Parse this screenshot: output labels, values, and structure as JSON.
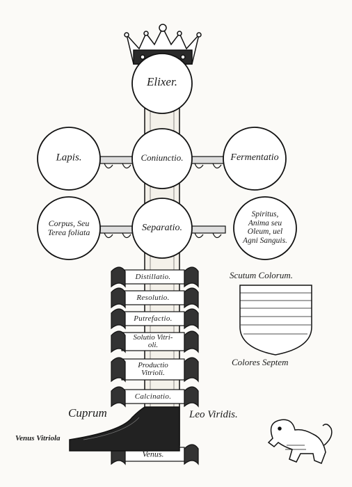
{
  "circles": {
    "top": "Elixer.",
    "left_upper": "Lapis.",
    "center_upper": "Coniunctio.",
    "right_upper": "Fermentatio",
    "left_lower_1": "Corpus, Seu",
    "left_lower_2": "Terea foliata",
    "center_lower": "Separatio.",
    "right_lower_1": "Spiritus,",
    "right_lower_2": "Anima seu",
    "right_lower_3": "Oleum, uel",
    "right_lower_4": "Agni Sanguis."
  },
  "scrolls": [
    {
      "line1": "Distillatio.",
      "line2": ""
    },
    {
      "line1": "Resolutio.",
      "line2": ""
    },
    {
      "line1": "Putrefactio.",
      "line2": ""
    },
    {
      "line1": "Solutio Vitri-",
      "line2": "oli."
    },
    {
      "line1": "Productio",
      "line2": "Vitrioli."
    },
    {
      "line1": "Calcinatio.",
      "line2": ""
    }
  ],
  "venus_scroll": "Venus.",
  "shield": {
    "title": "Scutum Colorum.",
    "caption": "Colores Septem"
  },
  "bottom_labels": {
    "cuprum": "Cuprum",
    "leo": "Leo Viridis.",
    "venus_vitriol": "Venus Vitriola"
  }
}
